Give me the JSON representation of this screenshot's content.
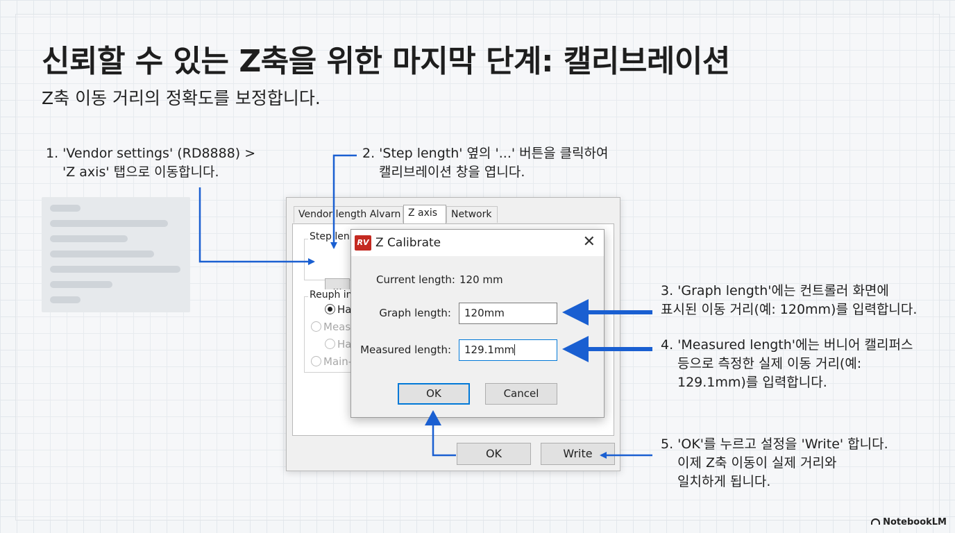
{
  "title": "신뢰할 수 있는 Z축을 위한 마지막 단계: 캘리브레이션",
  "subtitle": "Z축 이동 거리의 정확도를 보정합니다.",
  "notes": {
    "step1": [
      "1. 'Vendor settings' (RD8888) >",
      "'Z axis' 탭으로 이동합니다."
    ],
    "step2": [
      "2. 'Step length' 옆의 '...' 버튼을 클릭하여",
      "캘리브레이션 창을 엽니다."
    ],
    "step3": [
      "3. 'Graph length'에는 컨트롤러 화면에",
      "표시된 이동 거리(예: 120mm)를 입력합니다."
    ],
    "step4": [
      "4. 'Measured length'에는 버니어 캘리퍼스",
      "등으로 측정한 실제 이동 거리(예:",
      "129.1mm)를 입력합니다."
    ],
    "step5": [
      "5. 'OK'를 누르고 설정을 'Write' 합니다.",
      "이제 Z축 이동이 실제 거리와",
      "일치하게 됩니다."
    ]
  },
  "settings_window": {
    "tabs": [
      "Vendor length Alvarn",
      "Z axis",
      "Network"
    ],
    "active_tab": "Z axis",
    "step_group_label": "Step len",
    "dots_button": "...",
    "reset_group_label": "Reuph in",
    "radios": [
      "Ha",
      "Meas",
      "Ha",
      "Main-"
    ],
    "ok_button": "OK",
    "write_button": "Write"
  },
  "dialog": {
    "title": "Z Calibrate",
    "icon_text": "RV",
    "current_length_label": "Current length:",
    "current_length_value": "120 mm",
    "graph_length_label": "Graph length:",
    "graph_length_value": "120mm",
    "measured_length_label": "Measured length:",
    "measured_length_value": "129.1mm",
    "ok_button": "OK",
    "cancel_button": "Cancel"
  },
  "brand": "NotebookLM",
  "colors": {
    "accent_blue": "#1a5fd1",
    "focus_blue": "#0078d7",
    "icon_red": "#c42a21"
  }
}
